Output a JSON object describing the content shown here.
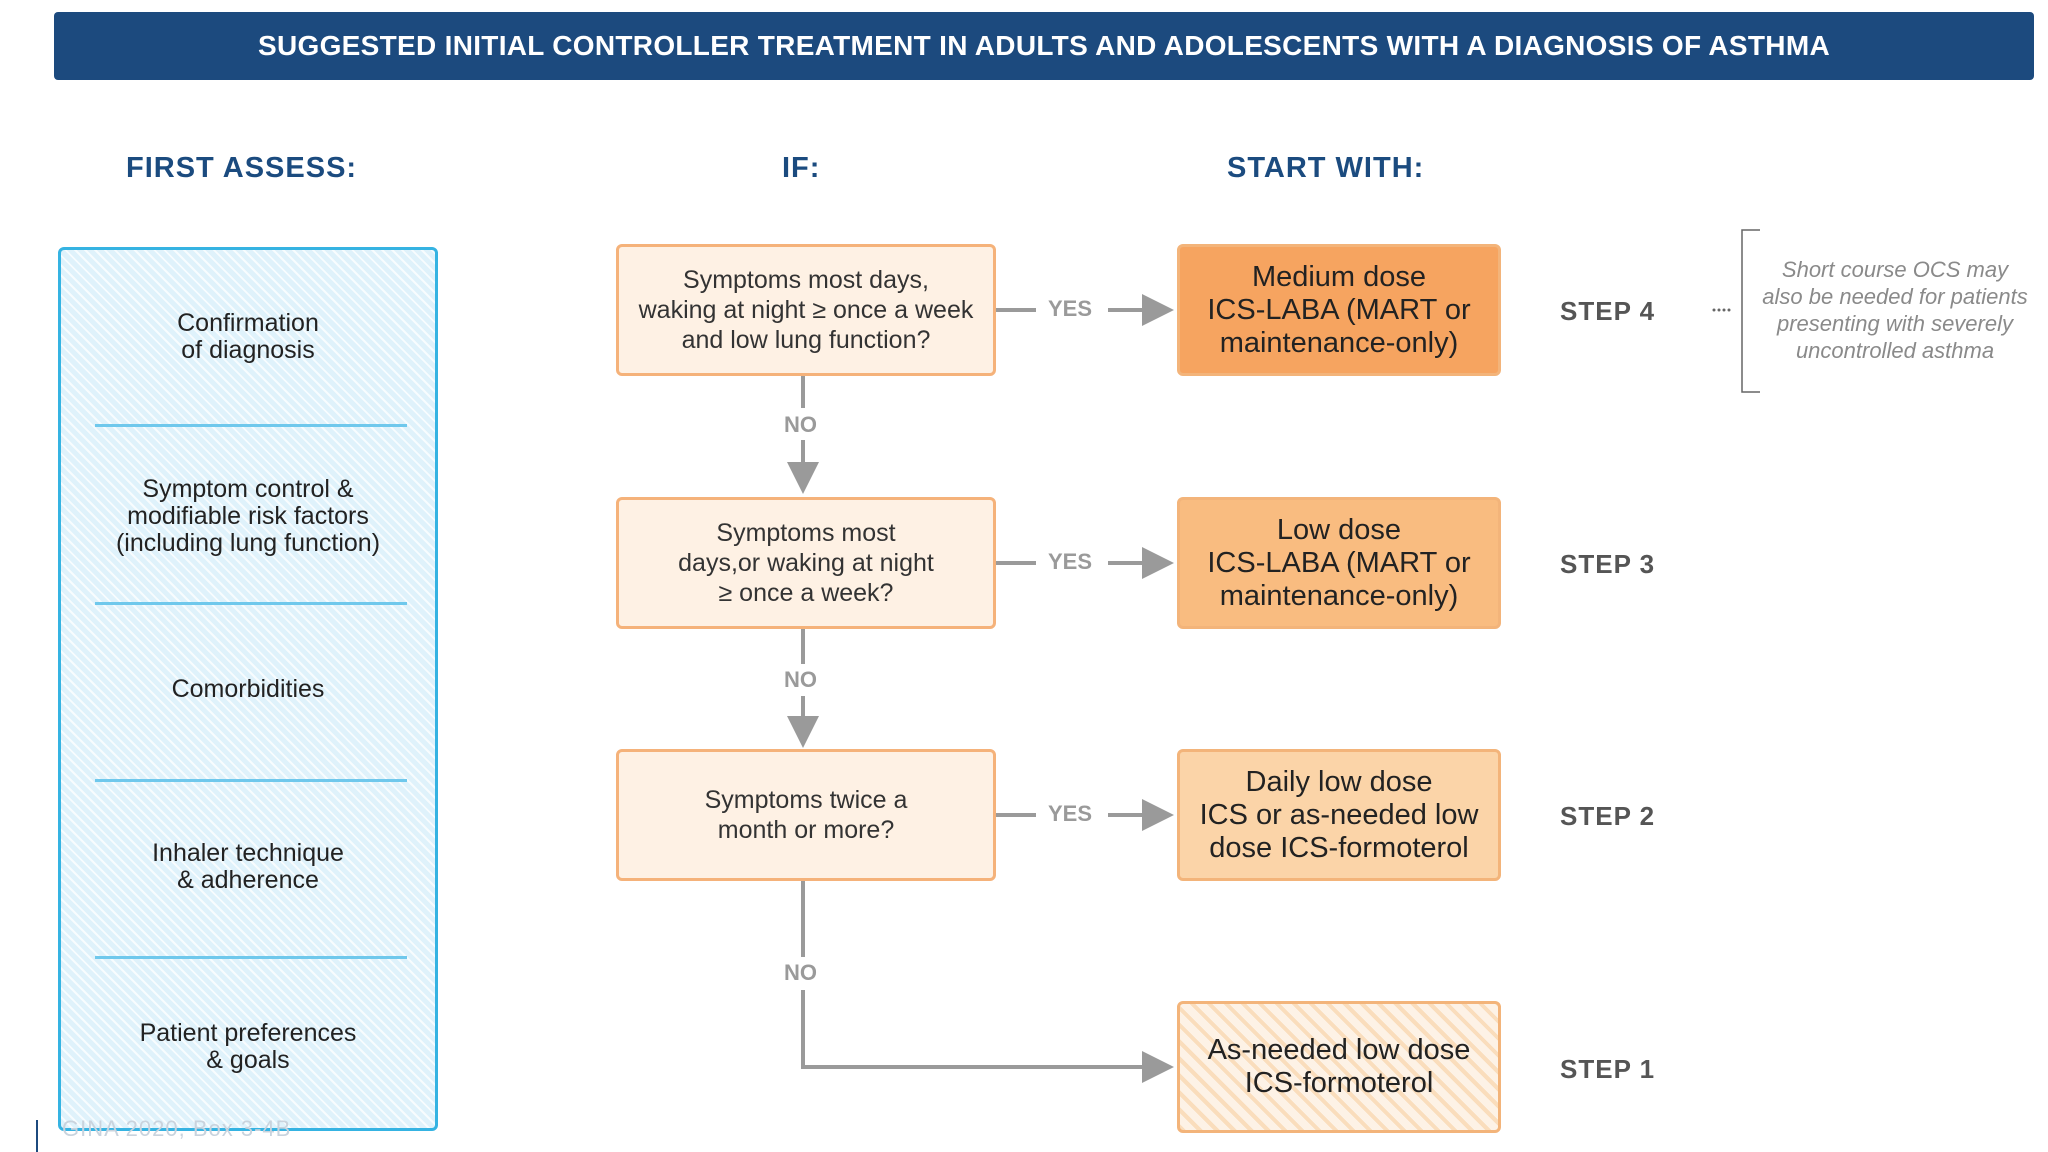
{
  "header": {
    "title": "SUGGESTED INITIAL CONTROLLER TREATMENT IN ADULTS AND ADOLESCENTS WITH A DIAGNOSIS OF ASTHMA"
  },
  "columns": {
    "assess": "FIRST ASSESS:",
    "if": "IF:",
    "start": "START WITH:"
  },
  "assess_items": [
    "Confirmation\nof diagnosis",
    "Symptom control &\nmodifiable risk factors\n(including lung function)",
    "Comorbidities",
    "Inhaler technique\n& adherence",
    "Patient preferences\n& goals"
  ],
  "questions": [
    "Symptoms most days,\nwaking at night ≥ once a week\nand low lung function?",
    "Symptoms most\ndays,or waking at night\n≥ once a week?",
    "Symptoms twice a\nmonth or more?"
  ],
  "yes_label": "YES",
  "no_label": "NO",
  "treatments": [
    "Medium dose\nICS-LABA (MART or\nmaintenance-only)",
    "Low dose\nICS-LABA (MART or\nmaintenance-only)",
    "Daily low dose\nICS or as-needed low\ndose ICS-formoterol",
    "As-needed low dose\nICS-formoterol"
  ],
  "steps": [
    "STEP 4",
    "STEP 3",
    "STEP 2",
    "STEP 1"
  ],
  "note": "Short course OCS may\nalso be needed for patients\npresenting with severely\nuncontrolled asthma",
  "footer": "GINA 2020, Box 3-4B",
  "colors": {
    "banner": "#1c4a7e",
    "heading": "#1b4b7f",
    "assess_border": "#35b3e2",
    "arrow": "#9a9a9a"
  }
}
